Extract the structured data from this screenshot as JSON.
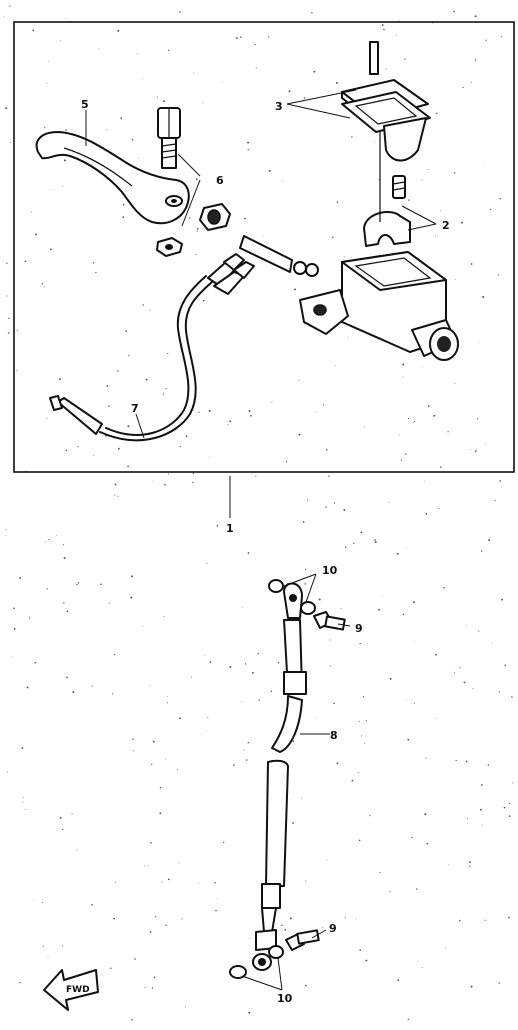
{
  "diagram": {
    "callouts": {
      "c1": "1",
      "c2": "2",
      "c3": "3",
      "c5": "5",
      "c6": "6",
      "c7": "7",
      "c8": "8",
      "c9a": "9",
      "c9b": "9",
      "c10a": "10",
      "c10b": "10"
    },
    "fwd_label": "FWD"
  }
}
